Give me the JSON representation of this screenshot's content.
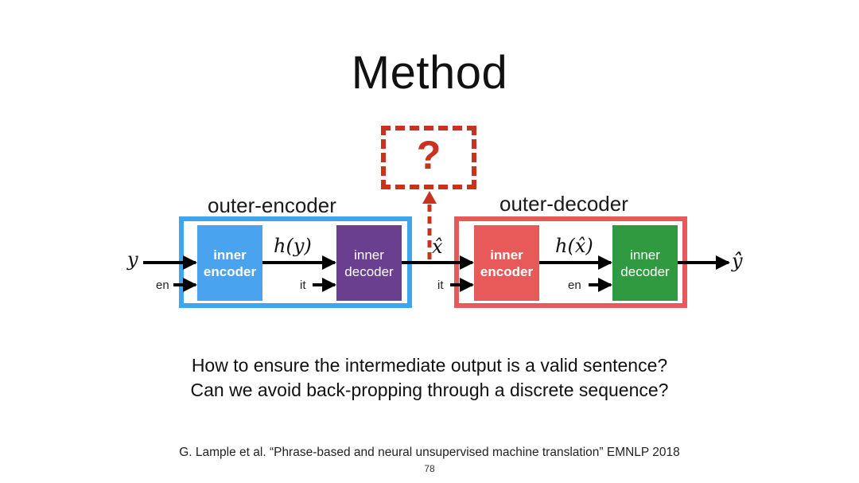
{
  "slide": {
    "title": "Method",
    "page_number": "78"
  },
  "diagram": {
    "question_mark": "?",
    "outer_encoder": {
      "label": "outer-encoder",
      "inner_encoder_label": "inner\nencoder",
      "inner_decoder_label": "inner\ndecoder",
      "input_symbol": "y",
      "hidden_symbol": "h(y)",
      "lang_in": "en",
      "lang_out": "it",
      "border_color": "#3ea6f0",
      "encoder_color": "#4aa3ee",
      "decoder_color": "#6b3f8f"
    },
    "outer_decoder": {
      "label": "outer-decoder",
      "inner_encoder_label": "inner\nencoder",
      "inner_decoder_label": "inner\ndecoder",
      "hidden_symbol": "h(x̂)",
      "output_symbol": "ŷ̂",
      "lang_in": "it",
      "lang_out": "en",
      "border_color": "#e85a5a",
      "encoder_color": "#e85a5a",
      "decoder_color": "#2f9a3f"
    },
    "intermediate_symbol": "x̂",
    "question_color": "#c8321e"
  },
  "caption": {
    "line1": "How to ensure the intermediate output is a valid sentence?",
    "line2": "Can we avoid back-propping through a discrete sequence?"
  },
  "citation": "G. Lample et al. “Phrase-based and neural unsupervised machine translation” EMNLP 2018"
}
